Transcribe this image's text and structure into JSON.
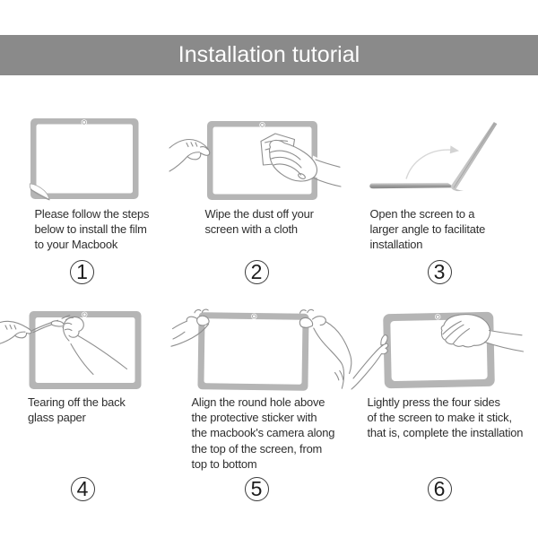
{
  "header": {
    "title": "Installation tutorial"
  },
  "steps": [
    {
      "number": "1",
      "icon": "macbook-screen-film-corner-peel",
      "lines": [
        "Please follow the steps",
        "below to install the film",
        "to your Macbook"
      ]
    },
    {
      "number": "2",
      "icon": "hand-wiping-screen-with-cloth",
      "lines": [
        "Wipe the dust off your",
        "screen with a cloth"
      ]
    },
    {
      "number": "3",
      "icon": "laptop-opened-wide-side-view",
      "lines": [
        "Open the screen to a",
        "larger angle to facilitate",
        "installation"
      ]
    },
    {
      "number": "4",
      "icon": "hands-tearing-back-glass-paper",
      "lines": [
        "Tearing off the back",
        "glass paper"
      ]
    },
    {
      "number": "5",
      "icon": "two-hands-aligning-film-top-corners",
      "lines": [
        "Align the round hole above",
        "the protective sticker with",
        "the macbook's camera along",
        "the top of the screen, from",
        "top to bottom"
      ]
    },
    {
      "number": "6",
      "icon": "hands-pressing-screen-sides",
      "lines": [
        "Lightly press the four sides",
        "of the screen to make it stick,",
        "that is, complete the installation"
      ]
    }
  ],
  "colors": {
    "page_bg": "#ffffff",
    "header_bg": "#8a8a8a",
    "header_fg": "#ffffff",
    "frame_gray": "#b5b5b5",
    "line_gray": "#8f8f8f",
    "text": "#2e2e2e",
    "circle_ring": "#3a3a3a",
    "digit": "#1c1c1c"
  }
}
